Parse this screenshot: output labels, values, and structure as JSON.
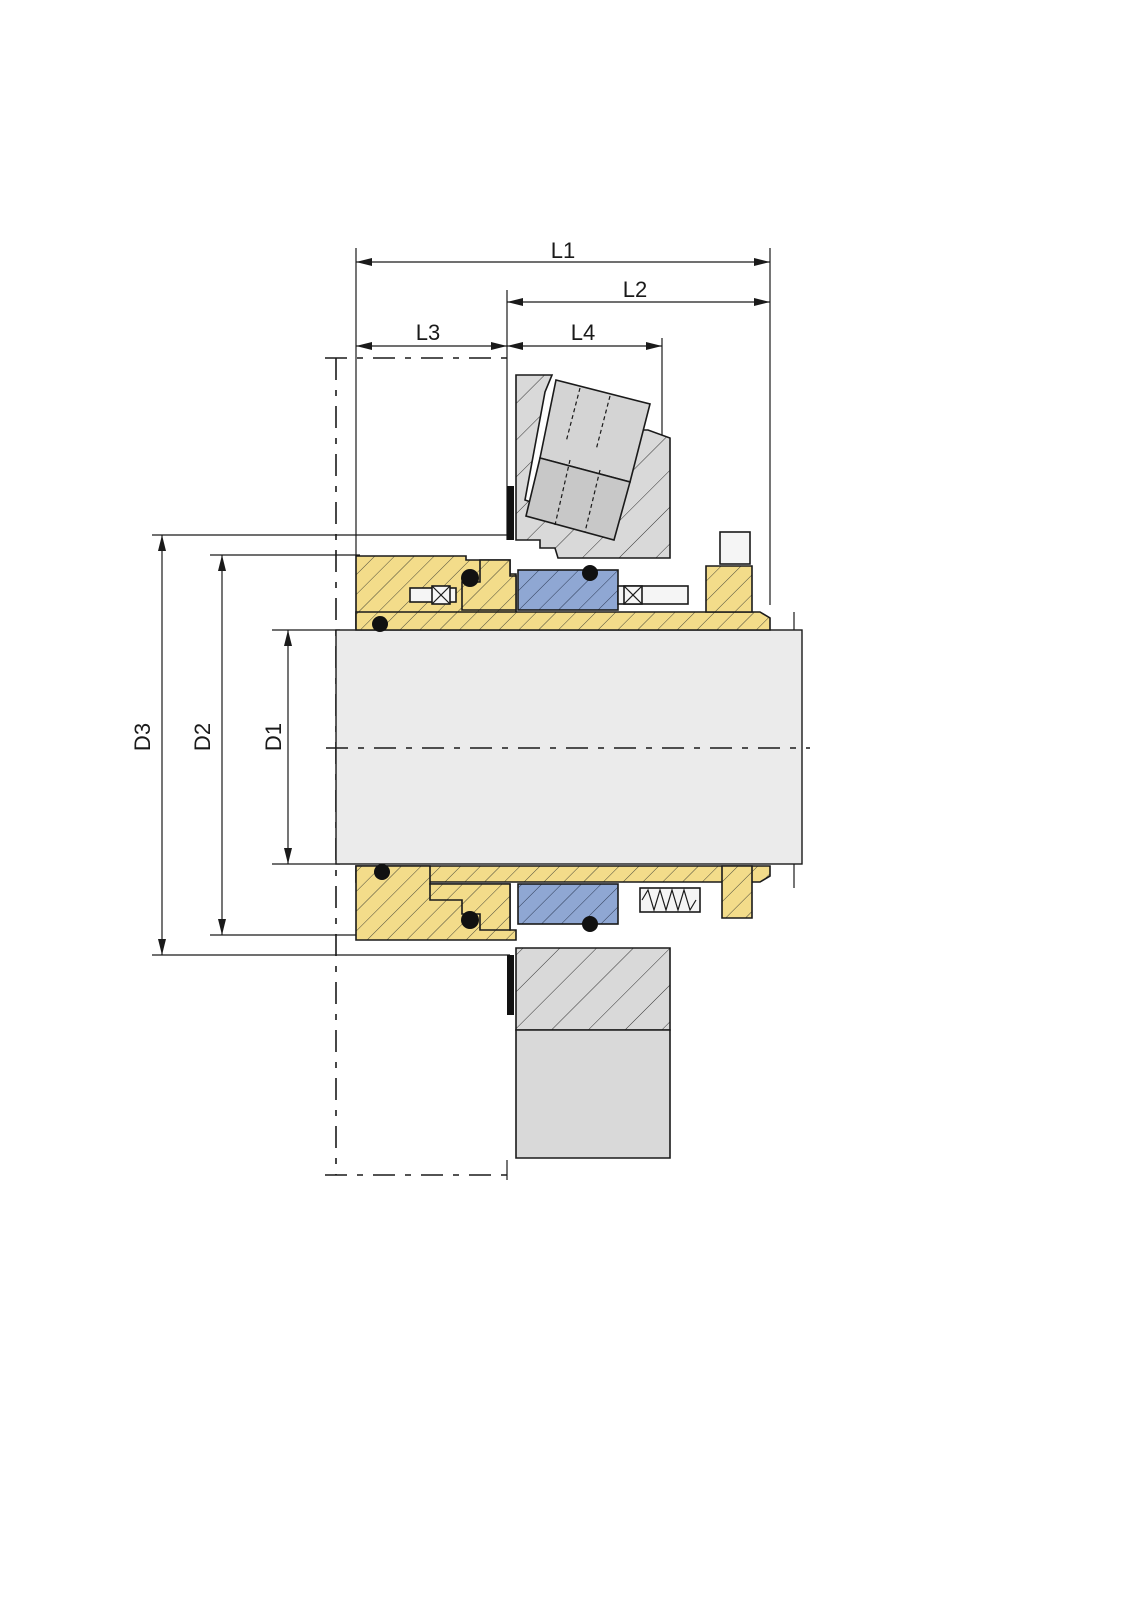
{
  "dimensions": {
    "L1": "L1",
    "L2": "L2",
    "L3": "L3",
    "L4": "L4",
    "D1": "D1",
    "D2": "D2",
    "D3": "D3"
  },
  "colors": {
    "brass": "#f3dc8a",
    "carbon": "#8fa7d3",
    "gland": "#d9d9d9",
    "shaft": "#ebebeb",
    "oring": "#111111",
    "line": "#1a1a1a"
  }
}
